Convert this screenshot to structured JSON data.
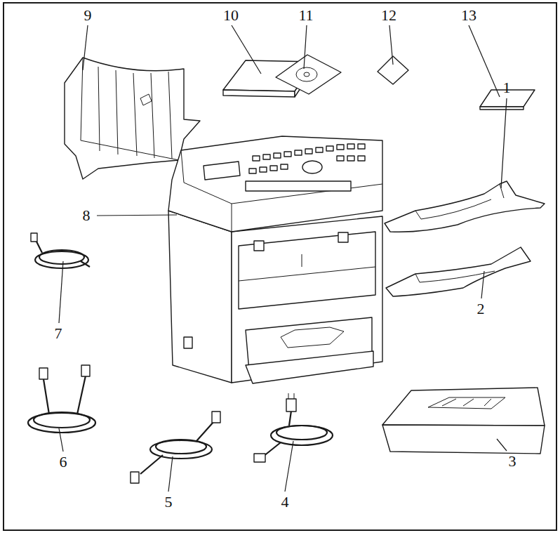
{
  "diagram": {
    "labels": [
      "9",
      "10",
      "11",
      "12",
      "13",
      "1",
      "8",
      "7",
      "2",
      "6",
      "3",
      "5",
      "4"
    ]
  }
}
